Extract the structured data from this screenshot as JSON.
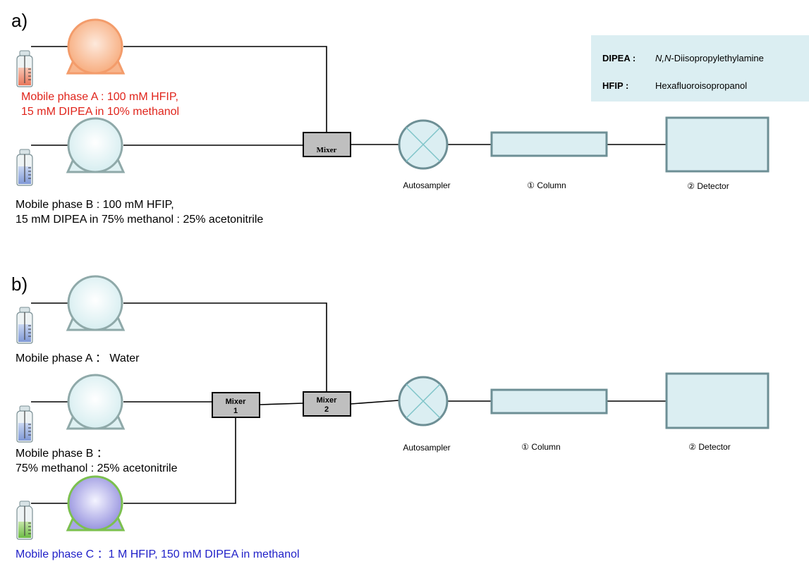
{
  "colors": {
    "phase_a_text": "#e0241b",
    "phase_c_text": "#1f1fc8",
    "pump_outline": "#8fa9a9",
    "pump_fill": "#dff1f3",
    "pump_a_fill": "#f8b58c",
    "pump_a_outline": "#f39c6b",
    "pump_c_outline": "#7cc04f",
    "pump_c_fill": "#a8a6e8",
    "equipment_fill": "#dbeef2",
    "equipment_stroke": "#6d8f95",
    "mixer_fill": "#bfbfbf",
    "legend_fill": "#dbeef2",
    "line": "#000000"
  },
  "panel_a": {
    "label": "a)",
    "phase_a": {
      "line1": "Mobile phase A : 100 mM HFIP,",
      "line2": "15 mM DIPEA  in 10% methanol"
    },
    "phase_b": {
      "line1": "Mobile phase B : 100 mM HFIP,",
      "line2": "15 mM DIPEA  in 75% methanol : 25% acetonitrile"
    },
    "mixer": "Mixer",
    "autosampler": "Autosampler",
    "column": "① Column",
    "detector": "② Detector"
  },
  "legend": {
    "dipea_term": "DIPEA :",
    "dipea_def_italic": "N,N",
    "dipea_def_rest": "-Diisopropylethylamine",
    "hfip_term": "HFIP :",
    "hfip_def": "Hexafluoroisopropanol"
  },
  "panel_b": {
    "label": "b)",
    "phase_a": "Mobile phase A  ： Water",
    "phase_b": {
      "line1": "Mobile phase B  ：",
      "line2": "75% methanol : 25% acetonitrile"
    },
    "phase_c": "Mobile phase C  ：1 M HFIP, 150 mM DIPEA in methanol",
    "mixer1": {
      "line1": "Mixer",
      "line2": "1"
    },
    "mixer2": {
      "line1": "Mixer",
      "line2": "2"
    },
    "autosampler": "Autosampler",
    "column": "① Column",
    "detector": "② Detector"
  }
}
